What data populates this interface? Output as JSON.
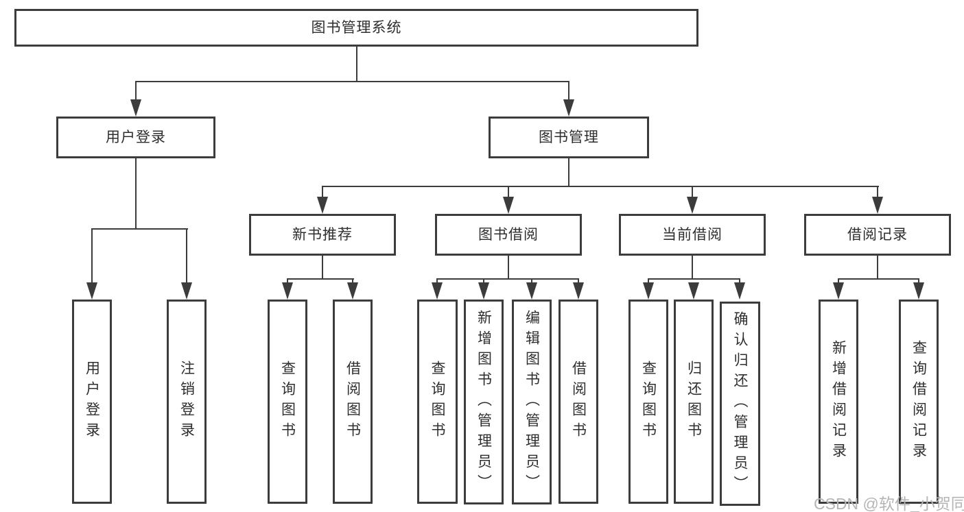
{
  "diagram": {
    "root": {
      "label": "图书管理系统"
    },
    "level2": [
      {
        "label": "用户登录"
      },
      {
        "label": "图书管理"
      }
    ],
    "level3": [
      {
        "label": "新书推荐"
      },
      {
        "label": "图书借阅"
      },
      {
        "label": "当前借阅"
      },
      {
        "label": "借阅记录"
      }
    ],
    "leaves": {
      "user_login": [
        {
          "label": "用户登录"
        },
        {
          "label": "注销登录"
        }
      ],
      "new_book": [
        {
          "label": "查询图书"
        },
        {
          "label": "借阅图书"
        }
      ],
      "book_borrow": [
        {
          "label": "查询图书"
        },
        {
          "label": "新增图书（管理员）"
        },
        {
          "label": "编辑图书（管理员）"
        },
        {
          "label": "借阅图书"
        }
      ],
      "current_borrow": [
        {
          "label": "查询图书"
        },
        {
          "label": "归还图书"
        },
        {
          "label": "确认归还（管理员）"
        }
      ],
      "borrow_record": [
        {
          "label": "新增借阅记录"
        },
        {
          "label": "查询借阅记录"
        }
      ]
    }
  },
  "watermark": {
    "text": "CSDN @软件_小贺同学"
  },
  "colors": {
    "line": "#3c3c3c",
    "text": "#2e2e2e",
    "watermark": "#b5b5b5",
    "background": "#ffffff"
  }
}
